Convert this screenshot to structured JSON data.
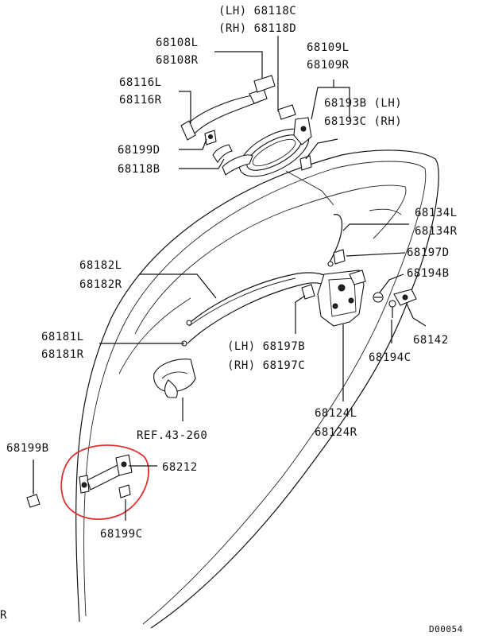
{
  "labels": {
    "lh_68118c": "(LH) 68118C",
    "rh_68118d": "(RH) 68118D",
    "p68108l": "68108L",
    "p68108r": "68108R",
    "p68109l": "68109L",
    "p68109r": "68109R",
    "p68116l": "68116L",
    "p68116r": "68116R",
    "p68193b": "68193B (LH)",
    "p68193c": "68193C (RH)",
    "p68199d": "68199D",
    "p68118b": "68118B",
    "p68134l": "68134L",
    "p68134r": "68134R",
    "p68197d": "68197D",
    "p68182l": "68182L",
    "p68182r": "68182R",
    "p68194b": "68194B",
    "p68181l": "68181L",
    "p68181r": "68181R",
    "p68142": "68142",
    "lh_68197b": "(LH) 68197B",
    "rh_68197c": "(RH) 68197C",
    "p68194c": "68194C",
    "p68124l": "68124L",
    "p68124r": "68124R",
    "ref": "REF.43-260",
    "p68199b": "68199B",
    "p68212": "68212",
    "p68199c": "68199C",
    "corner_letter": "R",
    "diagram_code": "D00054"
  },
  "highlight_color": "#e03030"
}
